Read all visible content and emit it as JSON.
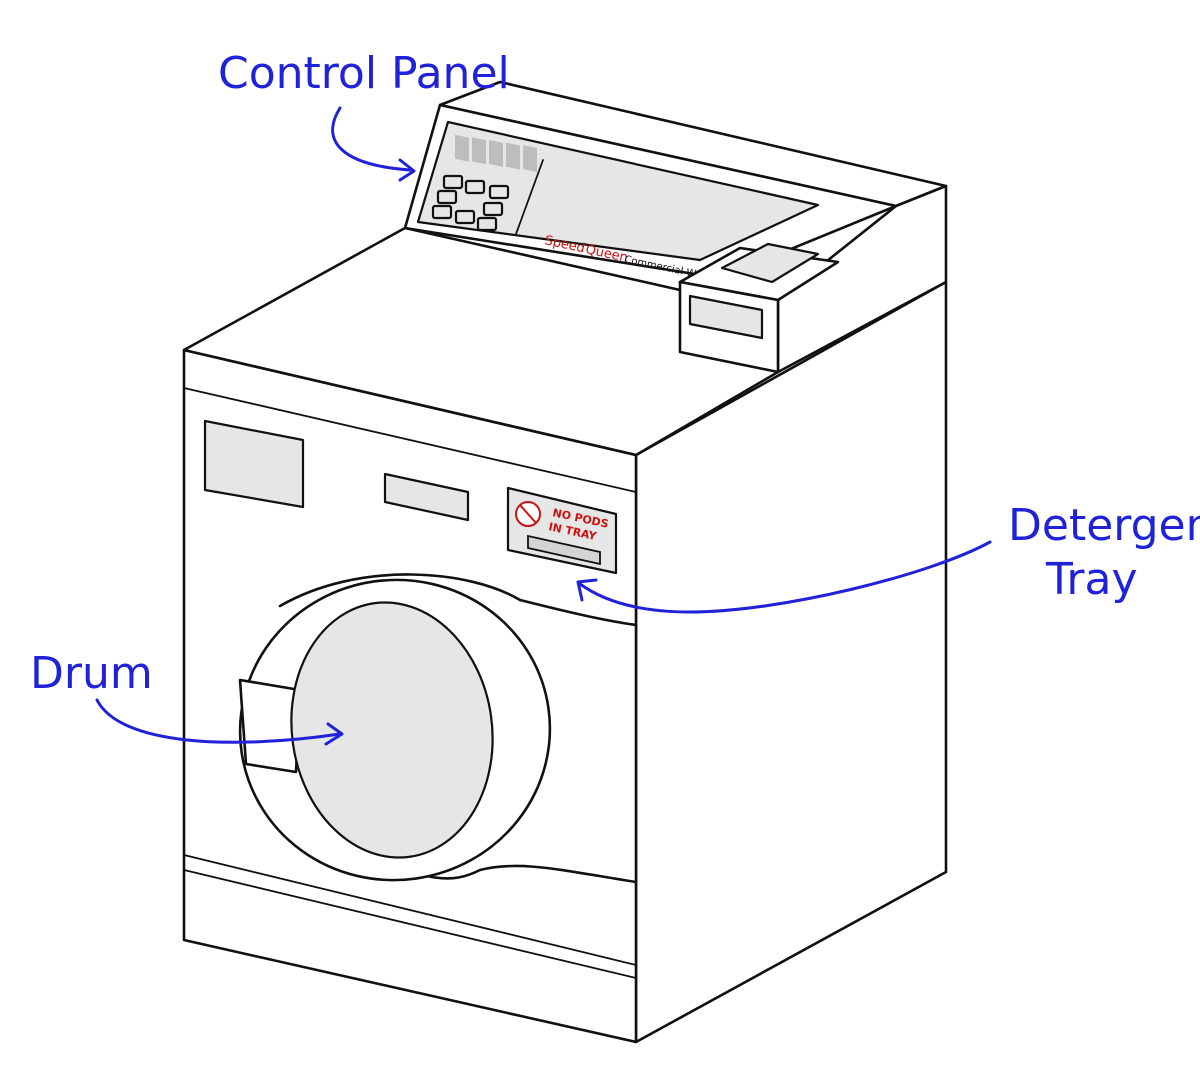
{
  "labels": {
    "control_panel": "Control Panel",
    "detergent_tray_line1": "Detergent",
    "detergent_tray_line2": "Tray",
    "drum": "Drum"
  },
  "machine_text": {
    "brand_speed": "Speed",
    "brand_queen": "Queen",
    "brand_suffix": "Commercial Was",
    "tray_sign_line1": "NO PODS",
    "tray_sign_line2": "IN TRAY"
  },
  "colors": {
    "annotation": "#1f22d8",
    "brand_red": "#cc1111",
    "outline": "#111111",
    "panel_grey": "#e6e6e6"
  }
}
